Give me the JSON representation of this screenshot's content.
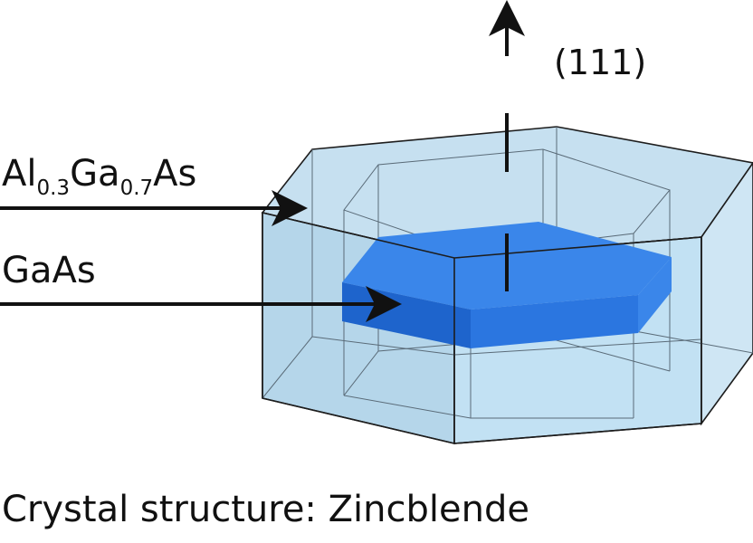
{
  "labels": {
    "direction": "(111)",
    "barrier": {
      "base1": "Al",
      "sub1": "0.3",
      "base2": "Ga",
      "sub2": "0.7",
      "base3": "As"
    },
    "well": "GaAs",
    "caption": "Crystal structure: Zincblende"
  },
  "colors": {
    "barrier_fill": "#b9d9ec",
    "barrier_edge": "#1d1d1d",
    "well_fill": "#2f7fe6",
    "well_dark": "#1a62c8",
    "arrow": "#111111"
  },
  "icons": {
    "axis_arrow": "up-arrow-icon",
    "barrier_pointer": "right-arrow-icon",
    "well_pointer": "right-arrow-icon"
  }
}
